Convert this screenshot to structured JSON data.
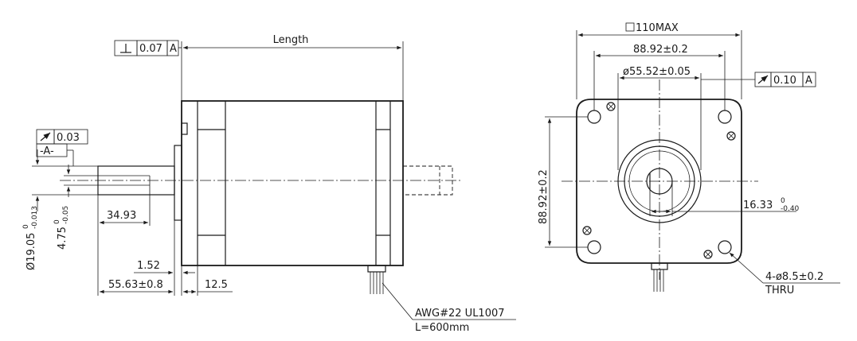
{
  "side_view": {
    "length_label": "Length",
    "perpendicularity_value": "0.07",
    "perpendicularity_datum": "A",
    "runout_value": "0.03",
    "datum_label": "-A-",
    "shaft_diameter": "Ø19.05",
    "shaft_diameter_tol_upper": "0",
    "shaft_diameter_tol_lower": "-0.013",
    "key_depth": "4.75",
    "key_depth_tol_upper": "0",
    "key_depth_tol_lower": "-0.05",
    "flat_length": "34.93",
    "boss_height": "1.52",
    "shaft_length": "55.63±0.8",
    "flange_thickness": "12.5",
    "cable_spec": "AWG#22  UL1007",
    "cable_length": "L=600mm"
  },
  "front_view": {
    "max_size": "110MAX",
    "hole_spacing_h": "88.92±0.2",
    "hole_spacing_v": "88.92±0.2",
    "pilot_diameter": "ø55.52±0.05",
    "runout_value": "0.10",
    "runout_datum": "A",
    "key_flat": "16.33",
    "key_flat_tol_upper": "0",
    "key_flat_tol_lower": "-0.40",
    "holes": "4-ø8.5±0.2",
    "holes_note": "THRU"
  }
}
